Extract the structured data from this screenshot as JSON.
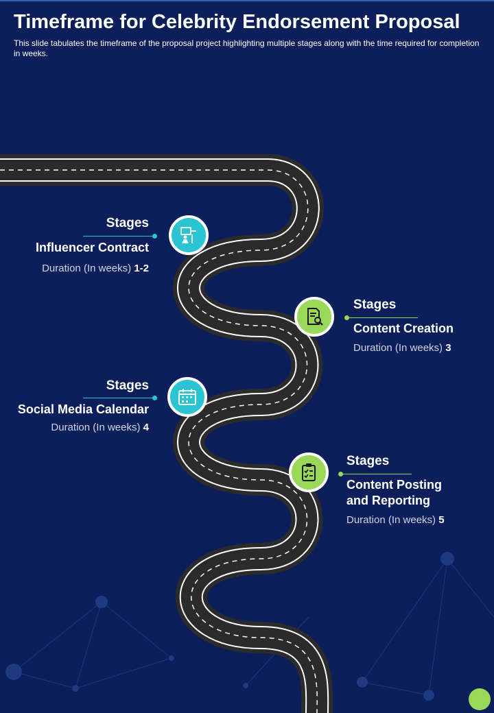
{
  "slide": {
    "title": "Timeframe for Celebrity Endorsement Proposal",
    "subtitle": "This slide tabulates the timeframe of the proposal project highlighting multiple stages along with the time required for completion in weeks."
  },
  "colors": {
    "background": "#0c1f5b",
    "teal": "#2bc4d3",
    "green": "#9ad85a",
    "road": "#2b2b2b"
  },
  "stages": [
    {
      "heading": "Stages",
      "name": "Influencer Contract",
      "duration_label": "Duration (In weeks)",
      "duration_value": "1-2",
      "icon": "contract-handshake-icon"
    },
    {
      "heading": "Stages",
      "name": "Content Creation",
      "duration_label": "Duration (In weeks)",
      "duration_value": "3",
      "icon": "document-search-icon"
    },
    {
      "heading": "Stages",
      "name": "Social Media Calendar",
      "duration_label": "Duration (In weeks)",
      "duration_value": "4",
      "icon": "calendar-icon"
    },
    {
      "heading": "Stages",
      "name_line1": "Content Posting",
      "name_line2": "and Reporting",
      "duration_label": "Duration (In weeks)",
      "duration_value": "5",
      "icon": "clipboard-checklist-icon"
    }
  ]
}
